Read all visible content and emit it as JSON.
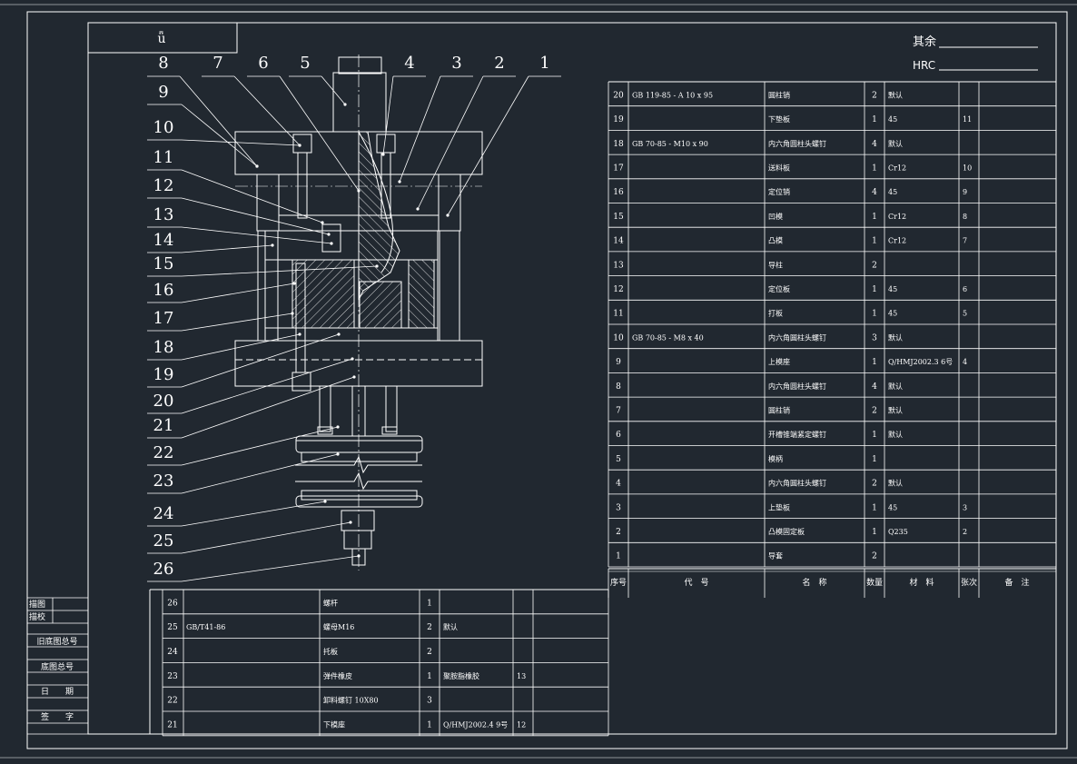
{
  "colors": {
    "background": "#212830",
    "line": "#ffffff",
    "hatch": "#ffffff",
    "center_line": "#ffffff"
  },
  "top_left_box": {
    "symbol": "ǖ"
  },
  "roughness": {
    "rest_label": "其余",
    "hrc_label": "HRC"
  },
  "part_numbers_top": [
    "8",
    "7",
    "6",
    "5",
    "4",
    "3",
    "2",
    "1"
  ],
  "part_numbers_left": [
    "9",
    "10",
    "11",
    "12",
    "13",
    "14",
    "15",
    "16",
    "17",
    "18",
    "19",
    "20",
    "21",
    "22",
    "23",
    "24",
    "25",
    "26"
  ],
  "bom_right": [
    {
      "no": "20",
      "code": "GB 119-85 - A 10 x 95",
      "name": "圆柱销",
      "qty": "2",
      "material": "默认",
      "sheet": "",
      "remark": ""
    },
    {
      "no": "19",
      "code": "",
      "name": "下垫板",
      "qty": "1",
      "material": "45",
      "sheet": "11",
      "remark": ""
    },
    {
      "no": "18",
      "code": "GB 70-85 - M10 x 90",
      "name": "内六角圆柱头螺钉",
      "qty": "4",
      "material": "默认",
      "sheet": "",
      "remark": ""
    },
    {
      "no": "17",
      "code": "",
      "name": "送料板",
      "qty": "1",
      "material": "Cr12",
      "sheet": "10",
      "remark": ""
    },
    {
      "no": "16",
      "code": "",
      "name": "定位销",
      "qty": "4",
      "material": "45",
      "sheet": "9",
      "remark": ""
    },
    {
      "no": "15",
      "code": "",
      "name": "凹模",
      "qty": "1",
      "material": "Cr12",
      "sheet": "8",
      "remark": ""
    },
    {
      "no": "14",
      "code": "",
      "name": "凸模",
      "qty": "1",
      "material": "Cr12",
      "sheet": "7",
      "remark": ""
    },
    {
      "no": "13",
      "code": "",
      "name": "导柱",
      "qty": "2",
      "material": "",
      "sheet": "",
      "remark": ""
    },
    {
      "no": "12",
      "code": "",
      "name": "定位板",
      "qty": "1",
      "material": "45",
      "sheet": "6",
      "remark": ""
    },
    {
      "no": "11",
      "code": "",
      "name": "打板",
      "qty": "1",
      "material": "45",
      "sheet": "5",
      "remark": ""
    },
    {
      "no": "10",
      "code": "GB 70-85 - M8 x 40",
      "name": "内六角圆柱头螺钉",
      "qty": "3",
      "material": "默认",
      "sheet": "",
      "remark": ""
    },
    {
      "no": "9",
      "code": "",
      "name": "上模座",
      "qty": "1",
      "material": "Q/HMJ2002.3 6号",
      "sheet": "4",
      "remark": ""
    },
    {
      "no": "8",
      "code": "",
      "name": "内六角圆柱头螺钉",
      "qty": "4",
      "material": "默认",
      "sheet": "",
      "remark": ""
    },
    {
      "no": "7",
      "code": "",
      "name": "圆柱销",
      "qty": "2",
      "material": "默认",
      "sheet": "",
      "remark": ""
    },
    {
      "no": "6",
      "code": "",
      "name": "开槽锥端紧定螺钉",
      "qty": "1",
      "material": "默认",
      "sheet": "",
      "remark": ""
    },
    {
      "no": "5",
      "code": "",
      "name": "模柄",
      "qty": "1",
      "material": "",
      "sheet": "",
      "remark": ""
    },
    {
      "no": "4",
      "code": "",
      "name": "内六角圆柱头螺钉",
      "qty": "2",
      "material": "默认",
      "sheet": "",
      "remark": ""
    },
    {
      "no": "3",
      "code": "",
      "name": "上垫板",
      "qty": "1",
      "material": "45",
      "sheet": "3",
      "remark": ""
    },
    {
      "no": "2",
      "code": "",
      "name": "凸模固定板",
      "qty": "1",
      "material": "Q235",
      "sheet": "2",
      "remark": ""
    },
    {
      "no": "1",
      "code": "",
      "name": "导套",
      "qty": "2",
      "material": "",
      "sheet": "",
      "remark": ""
    }
  ],
  "bom_header": {
    "no": "序号",
    "code": "代　号",
    "name": "名　称",
    "qty": "数量",
    "material": "材　料",
    "sheet": "张次",
    "remark": "备　注"
  },
  "bom_bottom": [
    {
      "no": "26",
      "code": "",
      "name": "螺杆",
      "qty": "1",
      "material": "",
      "sheet": "",
      "remark": ""
    },
    {
      "no": "25",
      "code": "GB/T41-86",
      "name": "螺母M16",
      "qty": "2",
      "material": "默认",
      "sheet": "",
      "remark": ""
    },
    {
      "no": "24",
      "code": "",
      "name": "托板",
      "qty": "2",
      "material": "",
      "sheet": "",
      "remark": ""
    },
    {
      "no": "23",
      "code": "",
      "name": "弹件橡皮",
      "qty": "1",
      "material": "聚胺脂橡胶",
      "sheet": "13",
      "remark": ""
    },
    {
      "no": "22",
      "code": "",
      "name": "卸料螺钉 10X80",
      "qty": "3",
      "material": "",
      "sheet": "",
      "remark": ""
    },
    {
      "no": "21",
      "code": "",
      "name": "下模座",
      "qty": "1",
      "material": "Q/HMJ2002.4 9号",
      "sheet": "12",
      "remark": ""
    }
  ],
  "side_panel": [
    "描图",
    "描校",
    "旧底图总号",
    "底图总号",
    "日　　期",
    "签　　字"
  ]
}
